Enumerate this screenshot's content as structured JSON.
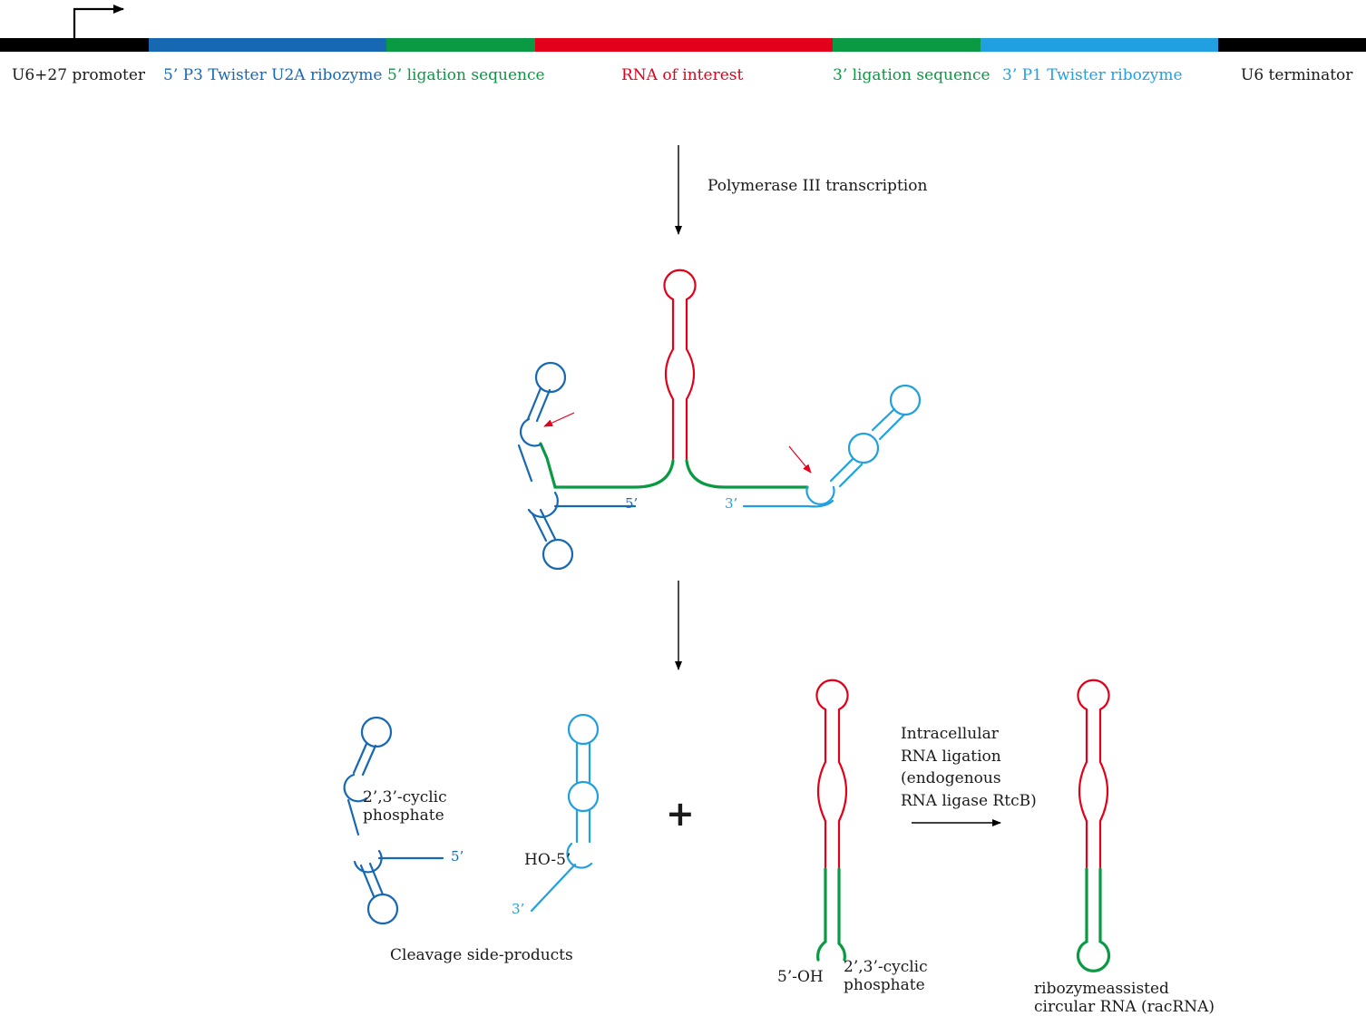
{
  "colors": {
    "black": "#000000",
    "dark_blue": "#1668b3",
    "green": "#0a9a44",
    "red": "#e2001a",
    "light_blue": "#20a0e0",
    "text": "#1a1a1a",
    "arrow_red": "#e2001a"
  },
  "construct": {
    "segments": [
      {
        "label": "U6+27 promoter",
        "color": "#000000"
      },
      {
        "label": "5’ P3 Twister U2A ribozyme",
        "color": "#1668b3"
      },
      {
        "label": "5’ ligation sequence",
        "color": "#0a9a44"
      },
      {
        "label": "RNA of interest",
        "color": "#e2001a"
      },
      {
        "label": "3’ ligation sequence",
        "color": "#0a9a44"
      },
      {
        "label": "3’ P1 Twister ribozyme",
        "color": "#20a0e0"
      },
      {
        "label": "U6 terminator",
        "color": "#000000"
      }
    ]
  },
  "steps": {
    "transcription": "Polymerase III transcription"
  },
  "primary_transcript": {
    "five_prime": "5’",
    "three_prime": "3’"
  },
  "products": {
    "cyclic_phosphate": "2’,3’-cyclic\nphosphate",
    "five_prime": "5’",
    "ho_five": "HO-5’",
    "three_prime": "3’",
    "side_products": "Cleavage side-products",
    "plus": "+",
    "oh_five": "5’-OH",
    "linear_cyclic_phosphate": "2’,3’-cyclic\nphosphate",
    "ligation": "Intracellular\nRNA ligation\n(endogenous\nRNA ligase RtcB)",
    "racrna": "ribozymeassisted\ncircular RNA (racRNA)"
  }
}
